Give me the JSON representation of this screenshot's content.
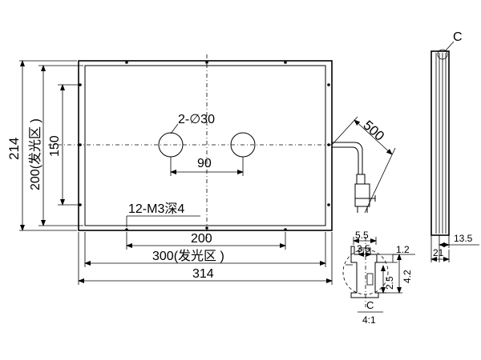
{
  "dimensions": {
    "holes": "2-∅30",
    "hole_pitch": "90",
    "cable_length": "500",
    "threads": "12-M3深4",
    "thread_pitch_x": "200",
    "emit_width": "300(发光区 )",
    "overall_width": "314",
    "overall_height": "214",
    "emit_height": "200(发光区 )",
    "thread_pitch_y": "150"
  },
  "detail": {
    "d_55": "5.5",
    "d_35": "3.5",
    "d_12": "1.2",
    "d_25": "2.5",
    "d_42": "4.2",
    "title": "C",
    "scale": "4:1"
  },
  "side": {
    "callout": "C",
    "d_135": "13.5",
    "d_21": "21"
  }
}
